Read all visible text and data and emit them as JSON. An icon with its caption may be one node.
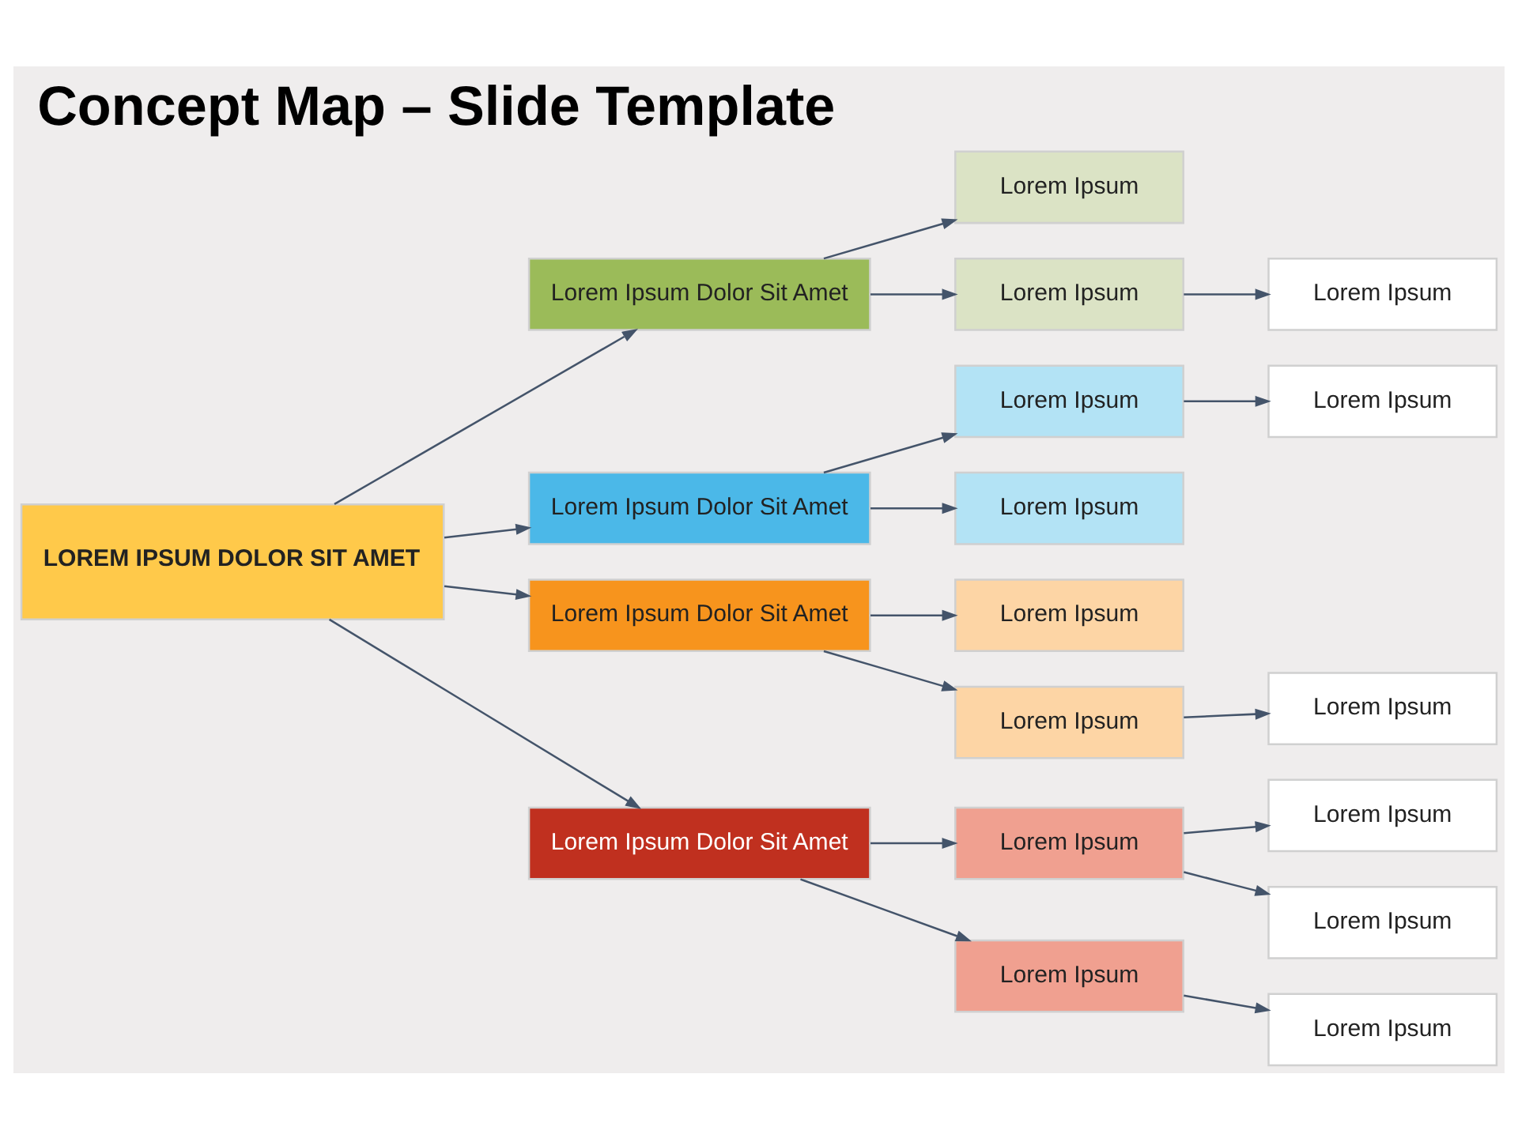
{
  "diagram": {
    "title": "Concept Map – Slide Template",
    "nodes": [
      {
        "text": [
          "LOREM IPSUM DOLOR SIT AMET"
        ]
      },
      {
        "text": [
          "Lorem Ipsum Dolor Sit Amet"
        ]
      },
      {
        "text": [
          "Lorem Ipsum"
        ]
      },
      {
        "text": [
          "Lorem Ipsum"
        ]
      },
      {
        "text": [
          "Lorem Ipsum"
        ]
      },
      {
        "text": [
          "Lorem Ipsum Dolor Sit Amet"
        ]
      },
      {
        "text": [
          "Lorem Ipsum"
        ]
      },
      {
        "text": [
          "Lorem Ipsum"
        ]
      },
      {
        "text": [
          "Lorem Ipsum"
        ]
      },
      {
        "text": [
          "Lorem Ipsum Dolor Sit Amet"
        ]
      },
      {
        "text": [
          "Lorem Ipsum"
        ]
      },
      {
        "text": [
          "Lorem Ipsum"
        ]
      },
      {
        "text": [
          "Lorem Ipsum"
        ]
      },
      {
        "text": [
          "Lorem Ipsum Dolor Sit Amet"
        ]
      },
      {
        "text": [
          "Lorem Ipsum"
        ]
      },
      {
        "text": [
          "Lorem Ipsum"
        ]
      },
      {
        "text": [
          "Lorem Ipsum"
        ]
      },
      {
        "text": [
          "Lorem Ipsum"
        ]
      },
      {
        "text": [
          "Lorem Ipsum"
        ]
      }
    ],
    "edges": [
      {
        "from": 0,
        "to": 1,
        "arrow": "to"
      },
      {
        "from": 0,
        "to": 5,
        "arrow": "to"
      },
      {
        "from": 0,
        "to": 9,
        "arrow": "to"
      },
      {
        "from": 0,
        "to": 13,
        "arrow": "to"
      },
      {
        "from": 1,
        "to": 2,
        "arrow": "to"
      },
      {
        "from": 1,
        "to": 3,
        "arrow": "to"
      },
      {
        "from": 3,
        "to": 4,
        "arrow": "to"
      },
      {
        "from": 5,
        "to": 6,
        "arrow": "to"
      },
      {
        "from": 5,
        "to": 8,
        "arrow": "to"
      },
      {
        "from": 6,
        "to": 7,
        "arrow": "to"
      },
      {
        "from": 9,
        "to": 10,
        "arrow": "to"
      },
      {
        "from": 9,
        "to": 11,
        "arrow": "to"
      },
      {
        "from": 11,
        "to": 12,
        "arrow": "to"
      },
      {
        "from": 13,
        "to": 14,
        "arrow": "to"
      },
      {
        "from": 13,
        "to": 17,
        "arrow": "to"
      },
      {
        "from": 14,
        "to": 15,
        "arrow": "to"
      },
      {
        "from": 14,
        "to": 16,
        "arrow": "to"
      },
      {
        "from": 17,
        "to": 18,
        "arrow": "to"
      }
    ]
  }
}
